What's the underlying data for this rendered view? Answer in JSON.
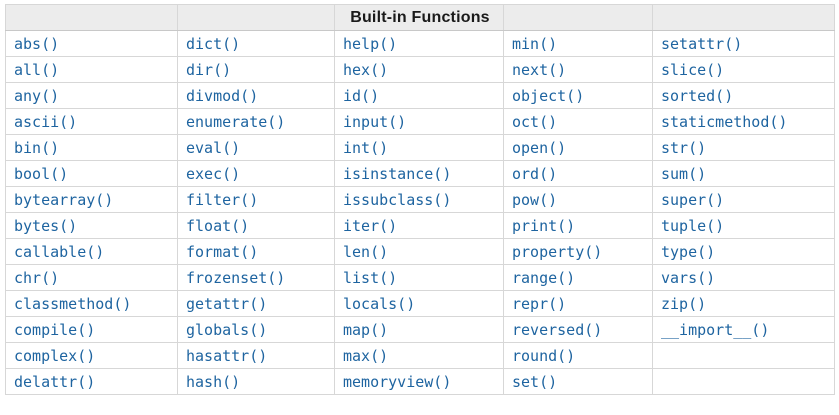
{
  "table": {
    "title": "Built-in Functions",
    "rows": [
      [
        "abs()",
        "dict()",
        "help()",
        "min()",
        "setattr()"
      ],
      [
        "all()",
        "dir()",
        "hex()",
        "next()",
        "slice()"
      ],
      [
        "any()",
        "divmod()",
        "id()",
        "object()",
        "sorted()"
      ],
      [
        "ascii()",
        "enumerate()",
        "input()",
        "oct()",
        "staticmethod()"
      ],
      [
        "bin()",
        "eval()",
        "int()",
        "open()",
        "str()"
      ],
      [
        "bool()",
        "exec()",
        "isinstance()",
        "ord()",
        "sum()"
      ],
      [
        "bytearray()",
        "filter()",
        "issubclass()",
        "pow()",
        "super()"
      ],
      [
        "bytes()",
        "float()",
        "iter()",
        "print()",
        "tuple()"
      ],
      [
        "callable()",
        "format()",
        "len()",
        "property()",
        "type()"
      ],
      [
        "chr()",
        "frozenset()",
        "list()",
        "range()",
        "vars()"
      ],
      [
        "classmethod()",
        "getattr()",
        "locals()",
        "repr()",
        "zip()"
      ],
      [
        "compile()",
        "globals()",
        "map()",
        "reversed()",
        "__import__()"
      ],
      [
        "complex()",
        "hasattr()",
        "max()",
        "round()",
        ""
      ],
      [
        "delattr()",
        "hash()",
        "memoryview()",
        "set()",
        ""
      ]
    ]
  },
  "colors": {
    "link_blue": "#1e64a0",
    "header_background": "#ececec",
    "border": "#d7d7d7",
    "header_text": "#1a1a1a",
    "page_background": "#ffffff"
  }
}
